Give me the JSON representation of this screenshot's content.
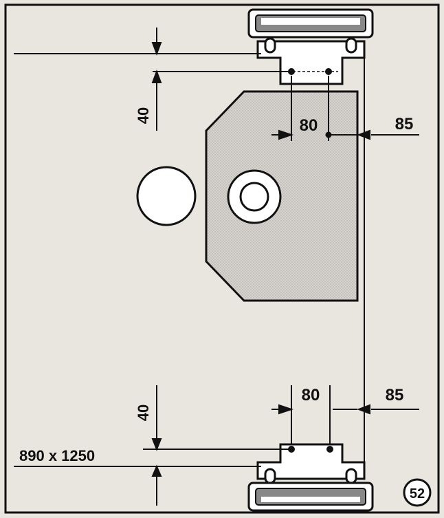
{
  "figure": {
    "number": "52",
    "size_label": "890 x 1250"
  },
  "top_dimensions": {
    "offset": "40",
    "pin_spacing": "80",
    "margin": "85"
  },
  "bottom_dimensions": {
    "offset": "40",
    "pin_spacing": "80",
    "margin": "85"
  },
  "colors": {
    "line": "#111111",
    "paper": "#e9e5df",
    "plate_fill": "#c9c6c1"
  }
}
